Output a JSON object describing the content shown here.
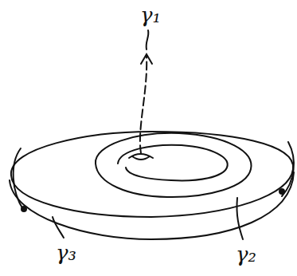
{
  "diagram": {
    "labels": [
      "γ₁",
      "γ₂",
      "γ₃"
    ]
  }
}
